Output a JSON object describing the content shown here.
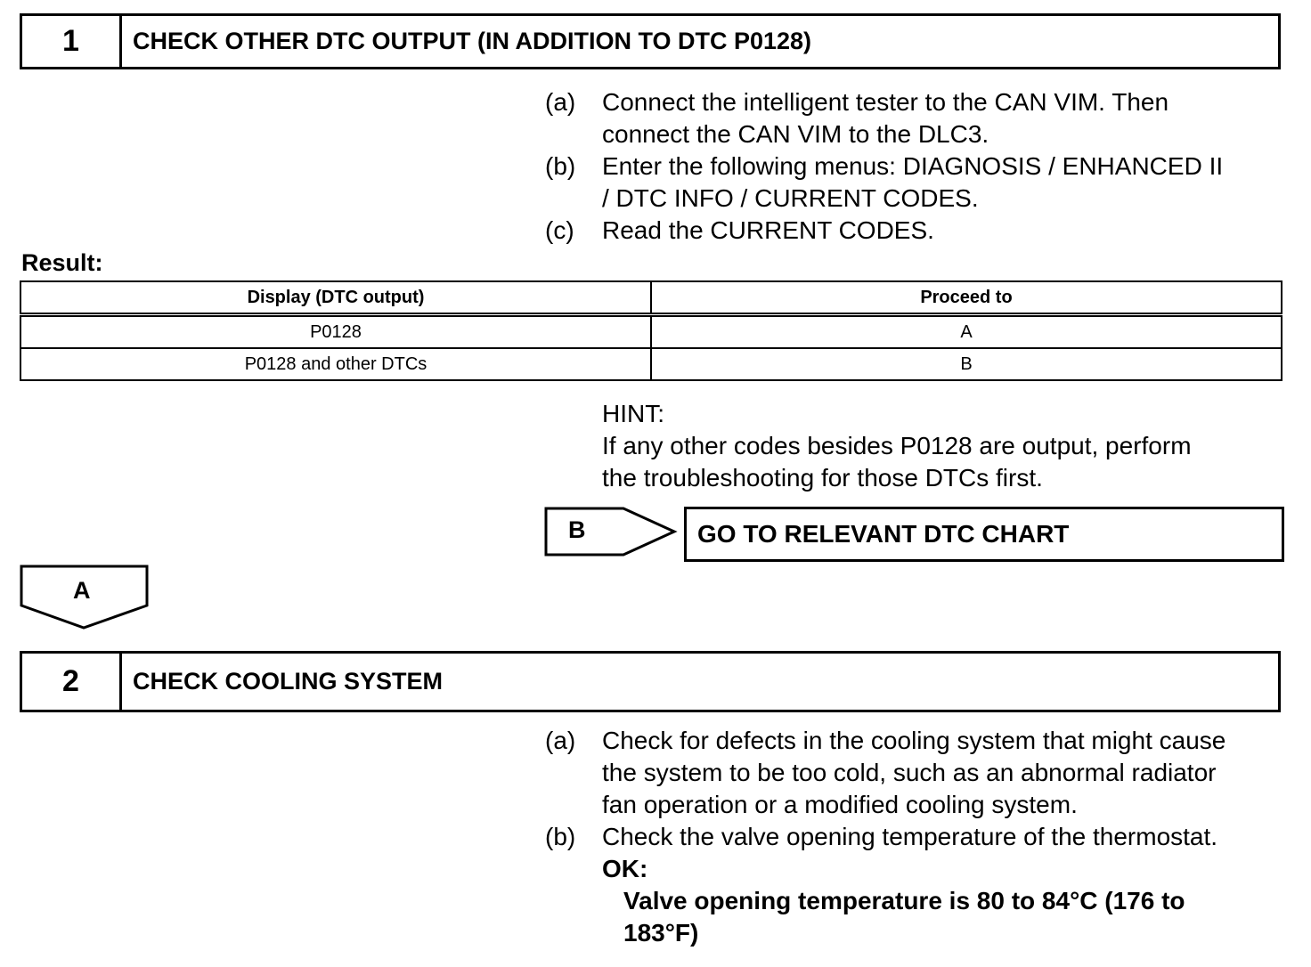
{
  "step1": {
    "number": "1",
    "title": "CHECK OTHER DTC OUTPUT (IN ADDITION TO DTC P0128)",
    "items": [
      {
        "mark": "(a)",
        "lines": [
          "Connect the intelligent tester to the CAN VIM. Then",
          "connect the CAN VIM to the DLC3."
        ]
      },
      {
        "mark": "(b)",
        "lines": [
          "Enter the following menus: DIAGNOSIS / ENHANCED II",
          "/ DTC INFO / CURRENT CODES."
        ]
      },
      {
        "mark": "(c)",
        "lines": [
          "Read the CURRENT CODES."
        ]
      }
    ]
  },
  "result": {
    "label": "Result:",
    "headers": [
      "Display (DTC output)",
      "Proceed to"
    ],
    "rows": [
      [
        "P0128",
        "A"
      ],
      [
        "P0128 and other DTCs",
        "B"
      ]
    ]
  },
  "hint": {
    "label": "HINT:",
    "lines": [
      "If any other codes besides P0128 are output, perform",
      "the troubleshooting for those DTCs first."
    ]
  },
  "branch_b": {
    "letter": "B",
    "action": "GO TO RELEVANT DTC CHART"
  },
  "branch_a": {
    "letter": "A"
  },
  "step2": {
    "number": "2",
    "title": "CHECK COOLING SYSTEM",
    "items": [
      {
        "mark": "(a)",
        "lines": [
          "Check for defects in the cooling system that might cause",
          "the system to be too cold, such as an abnormal radiator",
          "fan operation or a modified cooling system."
        ]
      },
      {
        "mark": "(b)",
        "lines": [
          "Check the valve opening temperature of the thermostat."
        ]
      }
    ],
    "ok_label": "OK:",
    "ok_lines": [
      "Valve opening temperature is 80 to 84°C (176 to",
      "183°F)"
    ]
  }
}
